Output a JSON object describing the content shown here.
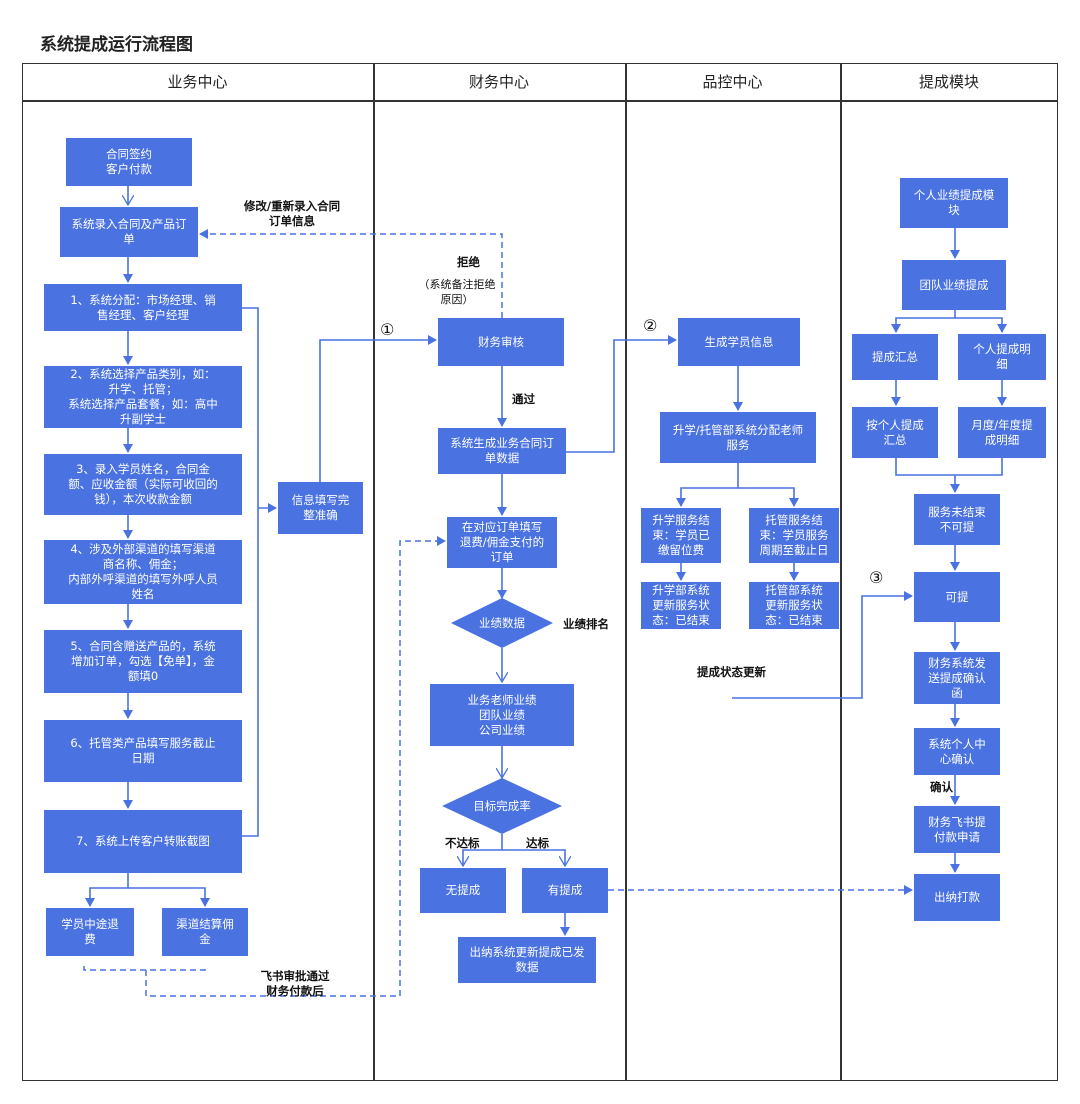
{
  "title": "系统提成运行流程图",
  "lanes": [
    "业务中心",
    "财务中心",
    "品控中心",
    "提成模块"
  ],
  "biz": {
    "contract": "合同签约\n客户付款",
    "entry": "系统录入合同及产品订\n单",
    "s1": "1、系统分配：市场经理、销\n售经理、客户经理",
    "s2": "2、系统选择产品类别，如：\n升学、托管；\n系统选择产品套餐，如：高中\n升副学士",
    "s3": "3、录入学员姓名，合同金\n额、应收金额（实际可收回的\n钱），本次收款金额",
    "s4": "4、涉及外部渠道的填写渠道\n商名称、佣金；\n内部外呼渠道的填写外呼人员\n姓名",
    "s5": "5、合同含赠送产品的，系统\n增加订单，勾选【免单】，金\n额填0",
    "s6": "6、托管类产品填写服务截止\n日期",
    "s7": "7、系统上传客户转账截图",
    "verify": "信息填写完\n整准确",
    "refund": "学员中途退\n费",
    "channel": "渠道结算佣\n金"
  },
  "fin": {
    "review": "财务审核",
    "gen_order": "系统生成业务合同订\n单数据",
    "fill_refund": "在对应订单填写\n退费/佣金支付的\n订单",
    "perf_data": "业绩数据",
    "perf_levels": "业务老师业绩\n团队业绩\n公司业绩",
    "target_rate": "目标完成率",
    "no_comm": "无提成",
    "has_comm": "有提成",
    "cashier_update": "出纳系统更新提成已发\n数据"
  },
  "qc": {
    "gen_student": "生成学员信息",
    "assign_teacher": "升学/托管部系统分配老师\n服务",
    "edu_end": "升学服务结\n束：学员已\n缴留位费",
    "care_end": "托管服务结\n束：学员服务\n周期至截止日",
    "edu_update": "升学部系统\n更新服务状\n态：已结束",
    "care_update": "托管部系统\n更新服务状\n态：已结束"
  },
  "comm": {
    "personal_module": "个人业绩提成模\n块",
    "team": "团队业绩提成",
    "summary": "提成汇总",
    "personal_detail": "个人提成明\n细",
    "by_person": "按个人提成\n汇总",
    "by_period": "月度/年度提\n成明细",
    "not_finished": "服务未结束\n不可提",
    "can_withdraw": "可提",
    "send_confirm": "财务系统发\n送提成确认\n函",
    "personal_confirm": "系统个人中\n心确认",
    "feishu_apply": "财务飞书提\n付款申请",
    "cashier_pay": "出纳打款"
  },
  "labels": {
    "modify": "修改/重新录入合同\n订单信息",
    "reject": "拒绝",
    "reject_note": "（系统备注拒绝\n原因）",
    "pass": "通过",
    "circle1": "①",
    "circle2": "②",
    "circle3": "③",
    "ranking": "业绩排名",
    "not_reach": "不达标",
    "reach": "达标",
    "status_update": "提成状态更新",
    "confirm": "确认",
    "feishu_approved": "飞书审批通过\n财务付款后"
  },
  "colors": {
    "box": "#4a72e0",
    "line": "#4a72e0",
    "frame": "#333333"
  }
}
